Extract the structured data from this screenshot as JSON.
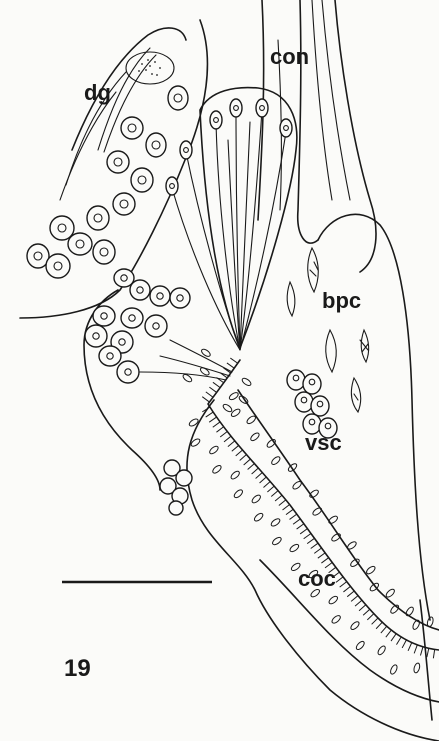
{
  "figure": {
    "number": "19",
    "labels": {
      "dg": "dg",
      "con": "con",
      "bpc": "bpc",
      "vsc": "vsc",
      "coc": "coc"
    }
  },
  "colors": {
    "ink": "#1a1a1a",
    "paper": "#fbfbf9"
  }
}
